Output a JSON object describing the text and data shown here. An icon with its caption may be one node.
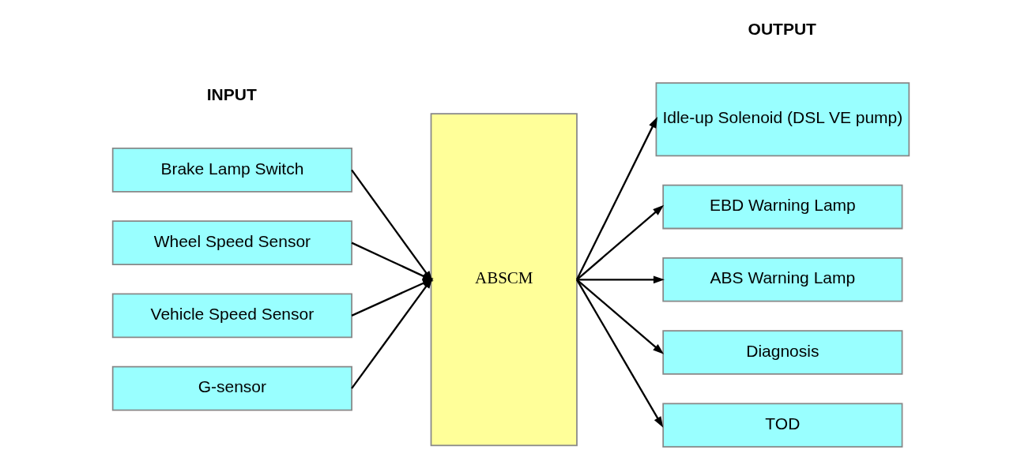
{
  "diagram": {
    "nodes": [
      {
        "text": [
          "Brake Lamp Switch"
        ]
      },
      {
        "text": [
          "Wheel Speed Sensor"
        ]
      },
      {
        "text": [
          "Vehicle Speed Sensor"
        ]
      },
      {
        "text": [
          "G-sensor"
        ]
      },
      {
        "text": [
          "ABSCM"
        ]
      },
      {
        "text": [
          "Idle-up Solenoid (DSL VE pump)"
        ]
      },
      {
        "text": [
          "EBD Warning Lamp"
        ]
      },
      {
        "text": [
          "ABS Warning Lamp"
        ]
      },
      {
        "text": [
          "Diagnosis"
        ]
      },
      {
        "text": [
          "TOD"
        ]
      }
    ],
    "edges": [
      {
        "from": 0,
        "to": 4,
        "arrow": "to"
      },
      {
        "from": 1,
        "to": 4,
        "arrow": "to"
      },
      {
        "from": 2,
        "to": 4,
        "arrow": "to"
      },
      {
        "from": 3,
        "to": 4,
        "arrow": "to"
      },
      {
        "from": 4,
        "to": 5,
        "arrow": "to"
      },
      {
        "from": 4,
        "to": 6,
        "arrow": "to"
      },
      {
        "from": 4,
        "to": 7,
        "arrow": "to"
      },
      {
        "from": 4,
        "to": 8,
        "arrow": "to"
      },
      {
        "from": 4,
        "to": 9,
        "arrow": "to"
      }
    ],
    "labels": [
      "INPUT",
      "OUTPUT"
    ]
  }
}
